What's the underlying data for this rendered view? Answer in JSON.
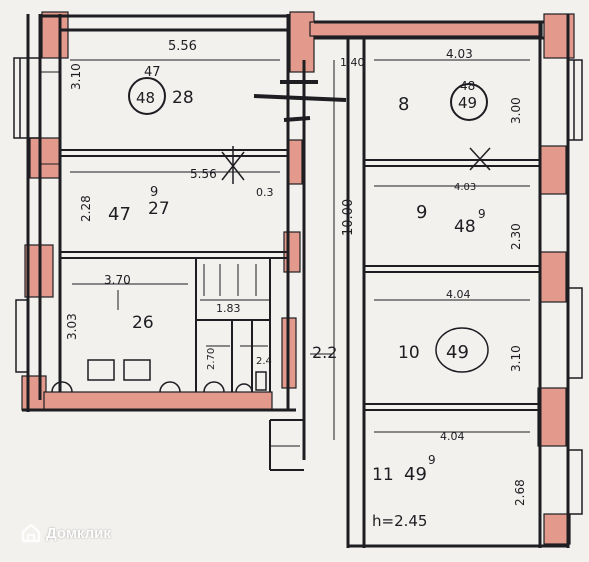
{
  "colors": {
    "ink": "#1d1d22",
    "wall_accent": "#e39a8c",
    "paper": "#f2f1ee"
  },
  "rooms": {
    "r28": {
      "width": "5.56",
      "height": "3.10",
      "number": "28",
      "circled": "48",
      "scribble": "47"
    },
    "r27": {
      "width": "5.56",
      "height": "2.28",
      "number": "27",
      "prefix": "47",
      "sup": "9",
      "extra": "0.3"
    },
    "r26": {
      "width": "3.70",
      "height": "3.03",
      "number": "26",
      "sub1": "1.83",
      "sub2": "2.70",
      "sub3": "2.4"
    },
    "corridor": {
      "width": "1.40",
      "length": "10.00",
      "value": "2.2"
    },
    "r8": {
      "width": "4.03",
      "height": "3.00",
      "number": "8",
      "circled": "49",
      "scribble": "48"
    },
    "r9": {
      "width": "4.03",
      "height": "2.30",
      "number": "9",
      "area": "48",
      "sup": "9"
    },
    "r10": {
      "width": "4.04",
      "height": "3.10",
      "number": "10",
      "circled": "49"
    },
    "r11": {
      "width": "4.04",
      "height": "2.68",
      "number": "11",
      "area": "49",
      "sup": "9",
      "ceiling": "h=2.45"
    }
  },
  "watermark": {
    "text": "Домклик",
    "icon": "house-logo-icon"
  }
}
